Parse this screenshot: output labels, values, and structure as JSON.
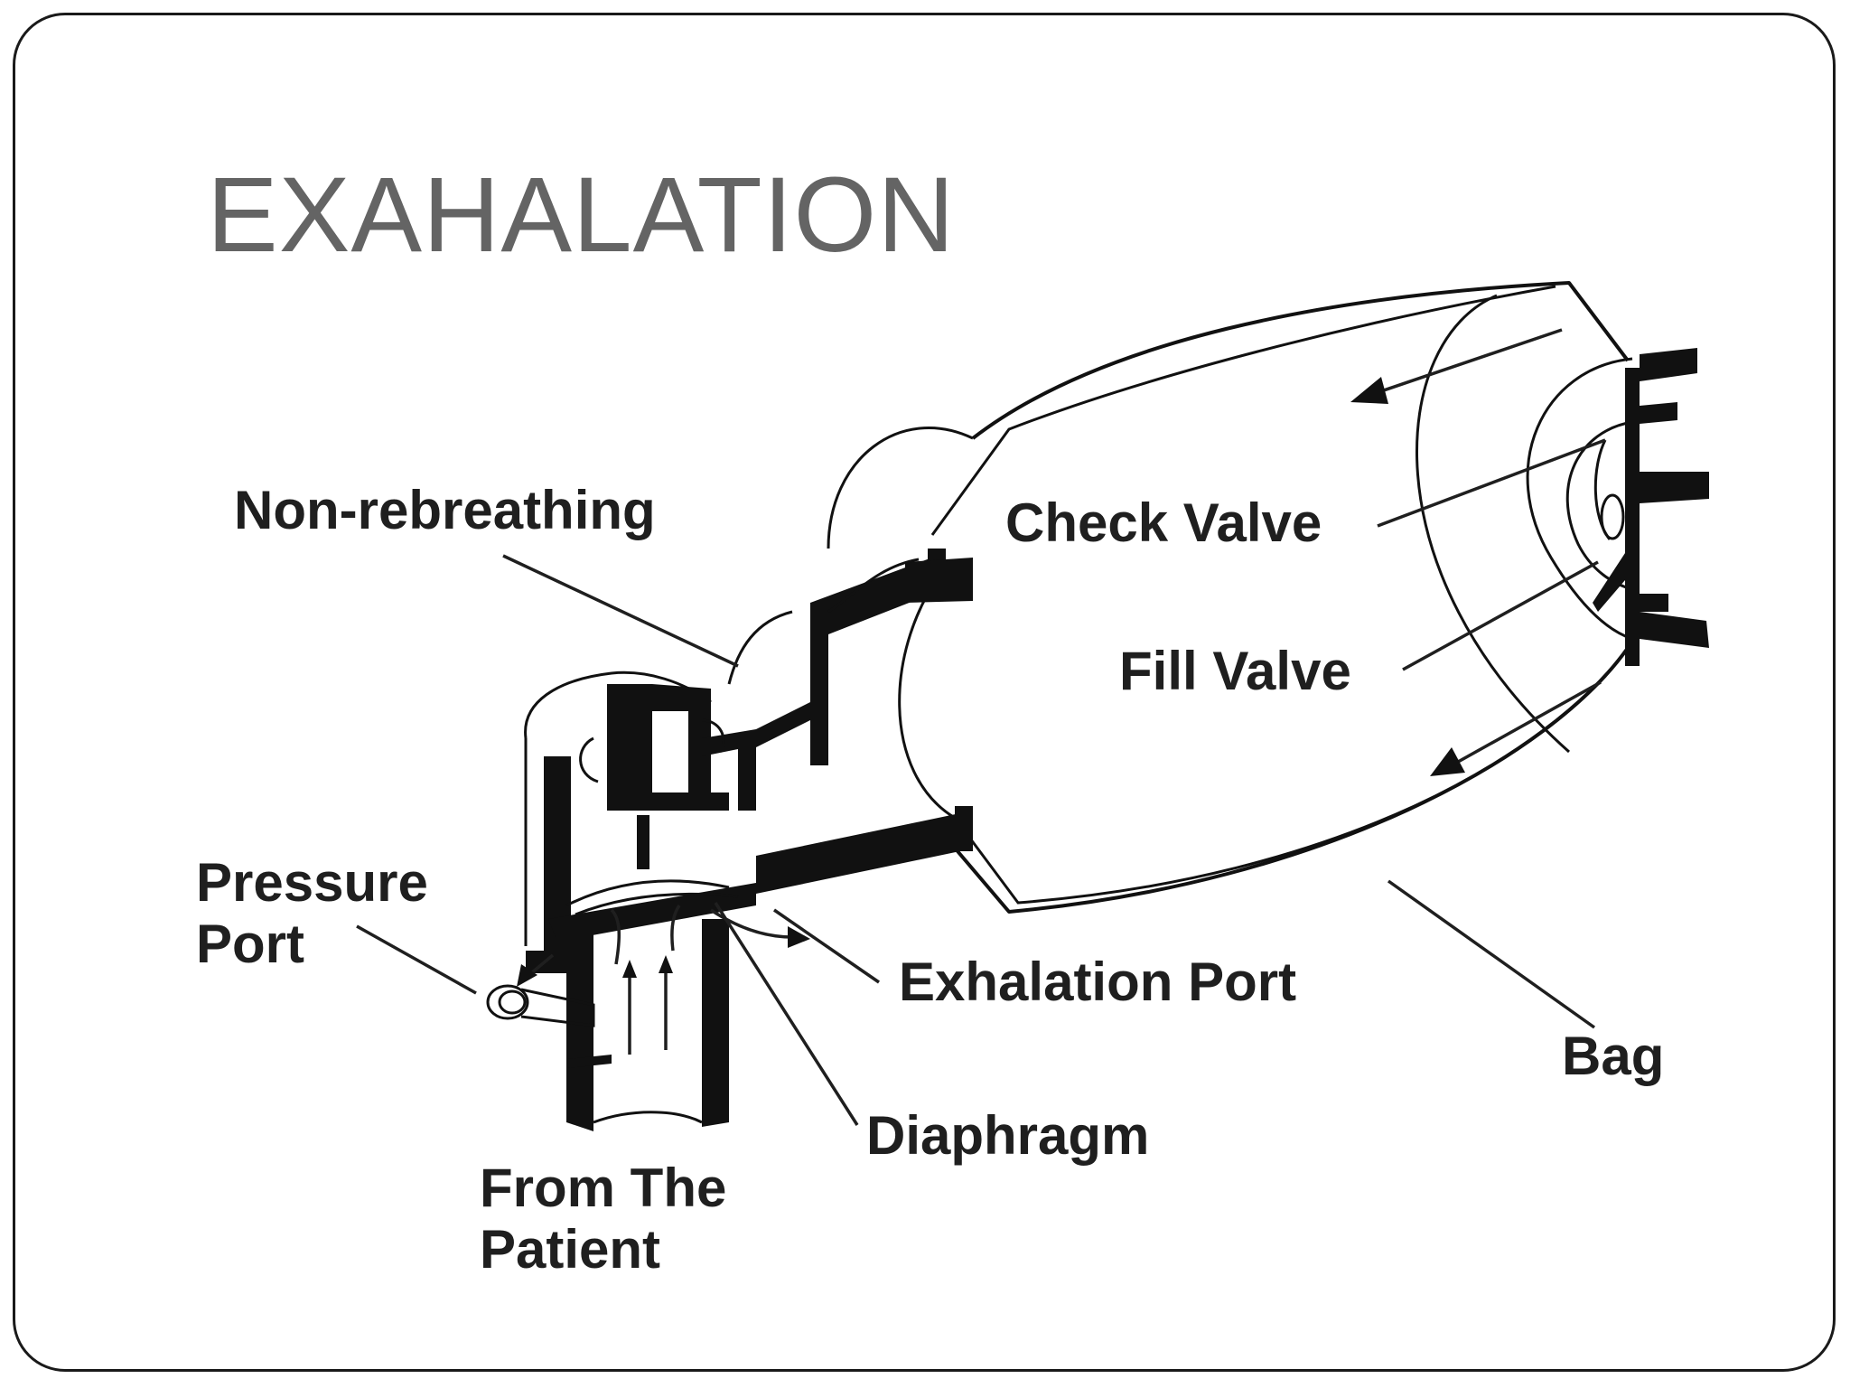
{
  "slide": {
    "title": "EXAHALATION"
  },
  "diagram": {
    "labels": {
      "non_rebreathing": "Non-rebreathing",
      "check_valve": "Check Valve",
      "fill_valve": "Fill Valve",
      "pressure_port_line1": "Pressure",
      "pressure_port_line2": "Port",
      "exhalation_port": "Exhalation Port",
      "bag": "Bag",
      "diaphragm": "Diaphragm",
      "from_patient_line1": "From The",
      "from_patient_line2": "Patient"
    }
  },
  "colors": {
    "title": "#646464",
    "ink": "#111111",
    "border": "#1a1a1a",
    "background": "#ffffff"
  }
}
